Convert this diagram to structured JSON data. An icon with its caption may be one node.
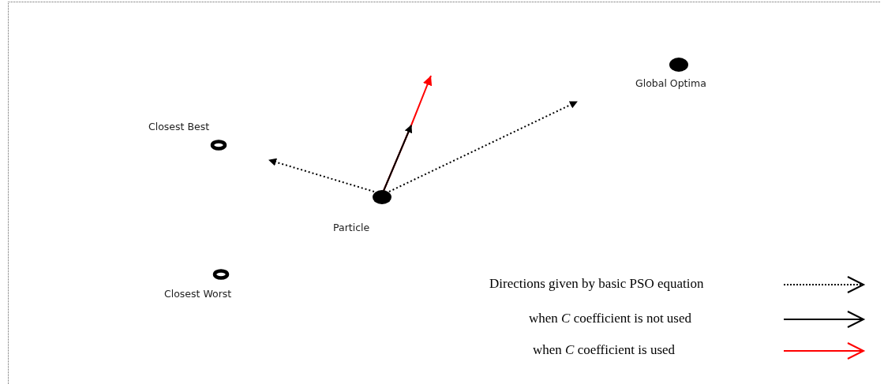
{
  "diagram": {
    "nodes": [
      {
        "text": [
          "Closest Best"
        ]
      },
      {
        "text": [
          "Global Optima"
        ]
      },
      {
        "text": [
          "Particle"
        ]
      },
      {
        "text": [
          "Closest Worst"
        ]
      }
    ],
    "edges": [
      {
        "from": 2,
        "to": null,
        "arrow": "to",
        "style": "dashed"
      },
      {
        "from": 2,
        "to": null,
        "arrow": "to",
        "style": "dashed"
      },
      {
        "from": 2,
        "to": null,
        "arrow": "to"
      },
      {
        "from": 2,
        "to": null,
        "arrow": "to",
        "color": "#ff0000"
      }
    ],
    "legend": [
      {
        "text": "Directions given by basic PSO equation"
      },
      {
        "text": "when *C*  coefficient is not used"
      },
      {
        "text": "when *C*  coefficient is used"
      }
    ]
  }
}
